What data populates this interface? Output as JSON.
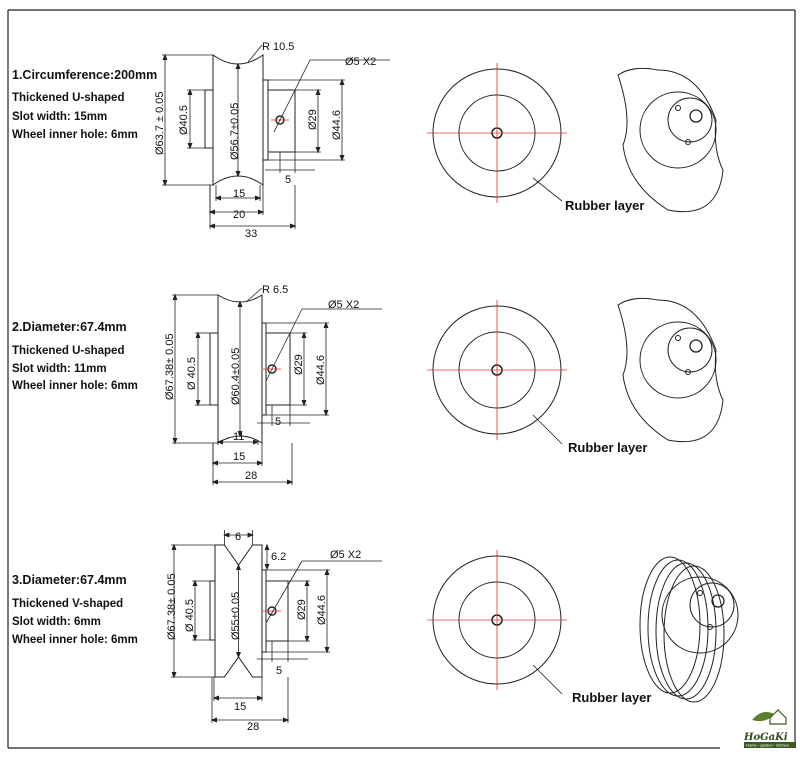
{
  "sections": [
    {
      "title": "1.Circumference:200mm",
      "shape": "Thickened U-shaped",
      "slot": "Slot width: 15mm",
      "hole": "Wheel inner hole: 6mm",
      "dims": {
        "radius": "R 10.5",
        "bolt": "Ø5 X2",
        "outer": "Ø63.7 ± 0.05",
        "boss": "Ø40.5",
        "groove": "Ø56.7±0.05",
        "hub": "Ø29",
        "flange": "Ø44.6",
        "hub_len": "5",
        "slot_w": "15",
        "body_w": "20",
        "total_w": "33"
      },
      "rubber_label": "Rubber layer"
    },
    {
      "title": "2.Diameter:67.4mm",
      "shape": "Thickened U-shaped",
      "slot": "Slot width: 11mm",
      "hole": "Wheel inner hole: 6mm",
      "dims": {
        "radius": "R 6.5",
        "bolt": "Ø5 X2",
        "outer": "Ø67.38± 0.05",
        "boss": "Ø 40.5",
        "groove": "Ø60.4±0.05",
        "hub": "Ø29",
        "flange": "Ø44.6",
        "hub_len": "5",
        "slot_w": "11",
        "body_w": "15",
        "total_w": "28"
      },
      "rubber_label": "Rubber layer"
    },
    {
      "title": "3.Diameter:67.4mm",
      "shape": "Thickened V-shaped",
      "slot": "Slot width: 6mm",
      "hole": "Wheel inner hole: 6mm",
      "dims": {
        "v_width": "6",
        "v_depth": "6.2",
        "bolt": "Ø5 X2",
        "outer": "Ø67.38± 0.05",
        "boss": "Ø 40.5",
        "groove": "Ø55±0.05",
        "hub": "Ø29",
        "flange": "Ø44.6",
        "hub_len": "5",
        "body_w": "15",
        "total_w": "28"
      },
      "rubber_label": "Rubber layer"
    }
  ],
  "logo": {
    "name": "HoGaKi",
    "tagline": "Home - garden - kitchen"
  },
  "colors": {
    "line": "#222222",
    "center_mark": "#e03030",
    "logo_green": "#3d5a1e"
  }
}
